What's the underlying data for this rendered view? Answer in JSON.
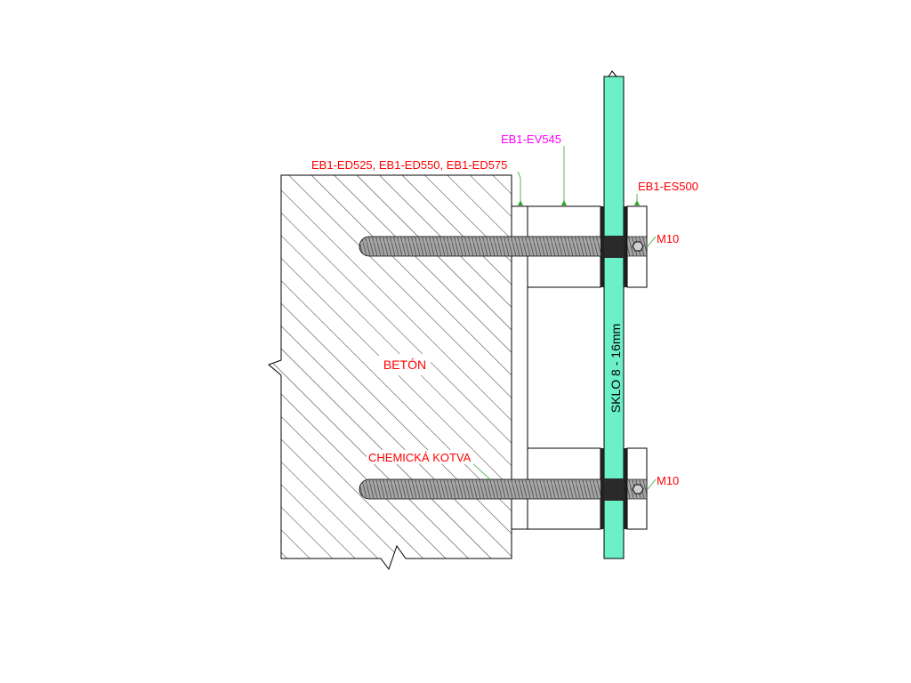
{
  "labels": {
    "spacer": "EB1-ED525, EB1-ED550, EB1-ED575",
    "holder": "EB1-EV545",
    "cap": "EB1-ES500",
    "bolt_top": "M10",
    "bolt_bottom": "M10",
    "concrete": "BETÓN",
    "anchor": "CHEMICKÁ KOTVA",
    "glass": "SKLO  8 - 16mm"
  },
  "colors": {
    "outline": "#000000",
    "red_label": "#ff0000",
    "magenta_label": "#ff00ff",
    "glass_fill": "#6cf0c8",
    "leader": "#2aa82a",
    "rod_fill": "#9a9a9a",
    "rubber": "#222222"
  }
}
